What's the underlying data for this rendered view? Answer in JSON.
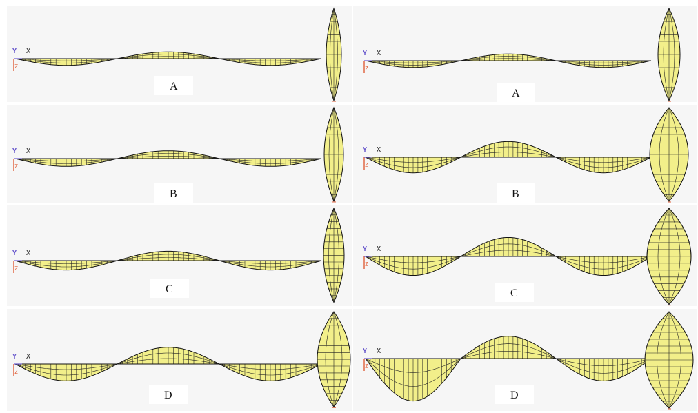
{
  "axes": {
    "y": "Y",
    "x": "X",
    "z": "Z"
  },
  "left_column": {
    "panels": [
      {
        "label": "A",
        "crest": 0.3,
        "spindle": 0.32
      },
      {
        "label": "B",
        "crest": 0.35,
        "spindle": 0.42
      },
      {
        "label": "C",
        "crest": 0.42,
        "spindle": 0.5
      },
      {
        "label": "D",
        "crest": 0.75,
        "spindle": 0.75
      }
    ]
  },
  "right_column": {
    "panels": [
      {
        "label": "A",
        "crest": 0.3,
        "spindle": 0.55
      },
      {
        "label": "B",
        "crest": 0.7,
        "spindle": 0.85
      },
      {
        "label": "C",
        "crest": 0.85,
        "spindle": 0.95
      },
      {
        "label": "D",
        "crest": 1.0,
        "spindle": 1.0
      }
    ]
  },
  "colors": {
    "fill": "#f2ef8a",
    "outline": "#111111",
    "axis_y": "#6a5acd",
    "axis_z": "#e0603a"
  }
}
